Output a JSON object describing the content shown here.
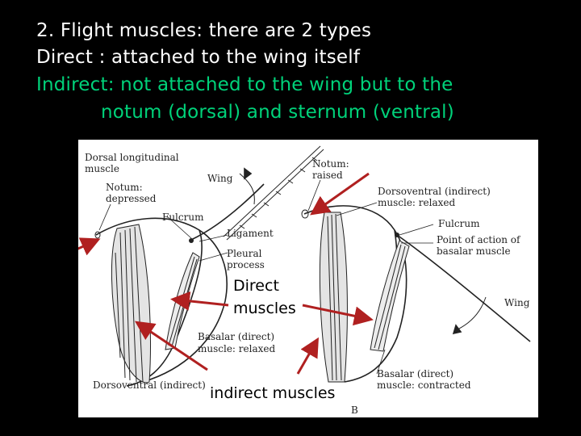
{
  "heading": {
    "line1": "2.  Flight muscles: there are 2 types",
    "line2": "Direct : attached to the wing itself",
    "line3": "Indirect: not attached to the wing but to the",
    "line4": "notum (dorsal) and sternum (ventral)"
  },
  "diagram": {
    "left_panel": {
      "dorsal_longitudinal": "Dorsal longitudinal",
      "dorsal_muscle": "muscle",
      "notum": "Notum:",
      "notum_state": "depressed",
      "wing": "Wing",
      "fulcrum": "Fulcrum",
      "ligament": "Ligament",
      "pleural": "Pleural",
      "process": "process",
      "basalar": "Basalar (direct)",
      "basalar_state": "muscle: relaxed",
      "dorsoventral": "Dorsoventral (indirect)"
    },
    "right_panel": {
      "notum": "Notum:",
      "notum_state": "raised",
      "dorsoventral": "Dorsoventral (indirect)",
      "dorsoventral_state": "muscle: relaxed",
      "fulcrum": "Fulcrum",
      "point_of_action": "Point of action of",
      "basalar_muscle": "basalar muscle",
      "wing": "Wing",
      "basalar": "Basalar (direct)",
      "basalar_state": "muscle: contracted",
      "panel_letter": "B"
    },
    "annotations": {
      "direct_line1": "Direct",
      "direct_line2": "muscles",
      "indirect": "indirect muscles"
    }
  },
  "colors": {
    "background": "#000000",
    "heading_text": "#ffffff",
    "highlight_text": "#00d27a",
    "arrow": "#b02020"
  }
}
